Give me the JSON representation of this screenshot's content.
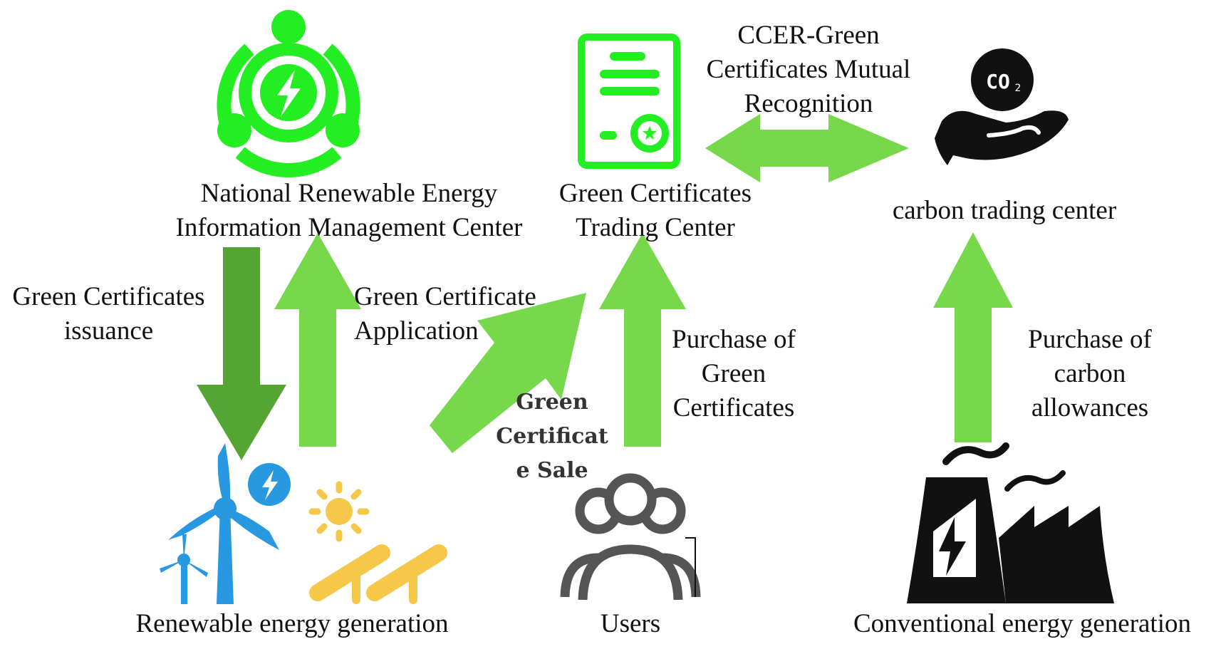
{
  "nodes": {
    "management_center": {
      "lines": [
        "National Renewable Energy",
        "Information Management Center"
      ],
      "icon": "lightning-network-icon"
    },
    "trading_center": {
      "lines": [
        "Green Certificates",
        "Trading Center"
      ],
      "icon": "certificate-icon"
    },
    "carbon_center": {
      "label": "carbon trading center",
      "icon": "co2-hand-icon"
    },
    "renewable_generation": {
      "label": "Renewable energy generation",
      "icon": "wind-solar-icon"
    },
    "users": {
      "label": "Users",
      "icon": "users-icon"
    },
    "conventional_generation": {
      "label": "Conventional energy generation",
      "icon": "power-plant-icon"
    }
  },
  "flows": {
    "issuance": {
      "lines": [
        "Green Certificates",
        "issuance"
      ]
    },
    "application": {
      "lines": [
        "Green Certificate",
        "Application"
      ]
    },
    "sale": {
      "lines": [
        "Green",
        "Certificat",
        "e Sale"
      ]
    },
    "purchase_green": {
      "lines": [
        "Purchase of",
        "Green",
        "Certificates"
      ]
    },
    "mutual_recognition": {
      "lines": [
        "CCER-Green",
        "Certificates Mutual",
        "Recognition"
      ]
    },
    "purchase_carbon": {
      "lines": [
        "Purchase of",
        "carbon",
        "allowances"
      ]
    }
  },
  "colors": {
    "bright_green": "#22ee22",
    "arrow_light": "#77d84c",
    "arrow_dark": "#55a535",
    "wind_blue": "#2898e0",
    "solar_yellow": "#f5c84a",
    "user_gray": "#555555",
    "black": "#111111"
  }
}
